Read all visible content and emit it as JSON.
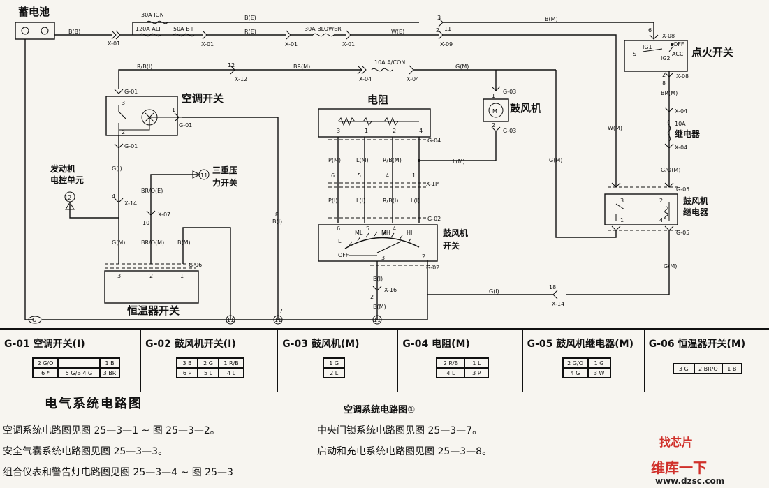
{
  "components": {
    "battery": "蓄电池",
    "ac_switch": "空调开关",
    "resistor": "电阻",
    "blower_motor": "鼓风机",
    "ignition_switch": "点火开关",
    "relay": "继电器",
    "ecu_line1": "发动机",
    "ecu_line2": "电控单元",
    "triple_pressure_line1": "三重压",
    "triple_pressure_line2": "力开关",
    "thermostat_switch": "恒温器开关",
    "blower_switch_line1": "鼓风机",
    "blower_switch_line2": "开关",
    "blower_relay_line1": "鼓风机",
    "blower_relay_line2": "继电器"
  },
  "fuses": {
    "ign": "30A IGN",
    "alt": "120A ALT",
    "bplus": "50A B+",
    "blower": "30A BLOWER",
    "acon": "10A A/CON",
    "relay_fuse": "10A"
  },
  "wires": {
    "bb": "B(B)",
    "be1": "B(E)",
    "re": "R(E)",
    "we": "W(E)",
    "bm_top": "B(M)",
    "rbi": "R/B(I)",
    "brm": "BR(M)",
    "gm": "G(M)",
    "gi": "G(I)",
    "lm": "L(M)",
    "pm": "P(M)",
    "lm2": "L(M)",
    "rbm": "R/B(M)",
    "pi": "P(I)",
    "li": "L(I)",
    "rbi2": "R/B(I)",
    "li2": "L(I)",
    "broe": "BR/O(E)",
    "brom": "BR/O(M)",
    "bm": "B(M)",
    "bi": "B(I)",
    "wm": "W(M)",
    "gom": "G/O(M)",
    "gm_relay": "G(M)",
    "gi_bottom": "G(I)",
    "brm2": "BR(M)",
    "bm_bottom": "B(M)",
    "gm_ther": "G(M)"
  },
  "connectors": {
    "x01": "X-01",
    "x09": "X-09",
    "x08": "X-08",
    "x12": "X-12",
    "x04": "X-04",
    "g01": "G-01",
    "g02": "G-02",
    "g03": "G-03",
    "g04": "G-04",
    "g05": "G-05",
    "g06": "G-06",
    "x14": "X-14",
    "x07": "X-07",
    "x16": "X-16",
    "x1p": "X-1P"
  },
  "pins": {
    "n12": "12",
    "n3": "3",
    "n2": "2",
    "n11": "11",
    "n6": "6",
    "n1": "1",
    "n4": "4",
    "n5": "5",
    "n10": "10",
    "n7": "7",
    "n18": "18",
    "n8": "8"
  },
  "switch_positions": {
    "ml": "ML",
    "m": "M",
    "mh": "MH",
    "h": "HI",
    "l": "L",
    "off": "OFF",
    "st": "ST",
    "ig1": "IG1",
    "ig2": "IG2",
    "acc": "ACC",
    "off2": "OFF"
  },
  "ground_markers": {
    "g": "G",
    "g11a": "11",
    "g11b": "11",
    "g11c": "11",
    "m12": "12",
    "m11": "11"
  },
  "connector_views": [
    {
      "id": "g01",
      "title": "G-01 空调开关(I)",
      "rows": [
        [
          "2 G/O",
          "",
          "1 B"
        ],
        [
          "6 *",
          "5 G/B  4 G",
          "3 BR"
        ]
      ]
    },
    {
      "id": "g02",
      "title": "G-02 鼓风机开关(I)",
      "rows": [
        [
          "3 B",
          "2 G",
          "1 R/B"
        ],
        [
          "6 P",
          "5 L",
          "4 L"
        ]
      ]
    },
    {
      "id": "g03",
      "title": "G-03 鼓风机(M)",
      "rows": [
        [
          "1 G"
        ],
        [
          "2 L"
        ]
      ]
    },
    {
      "id": "g04",
      "title": "G-04 电阻(M)",
      "rows": [
        [
          "2 R/B",
          "1 L"
        ],
        [
          "4 L",
          "3 P"
        ]
      ]
    },
    {
      "id": "g05",
      "title": "G-05 鼓风机继电器(M)",
      "rows": [
        [
          "2 G/O",
          "1 G"
        ],
        [
          "4 G",
          "3 W"
        ]
      ]
    },
    {
      "id": "g06",
      "title": "G-06 恒温器开关(M)",
      "rows": [
        [
          "3 G",
          "2 BR/O",
          "1 B"
        ]
      ]
    }
  ],
  "footer": {
    "main_title": "电气系统电路图",
    "caption": "空调系统电路图①",
    "left_notes": [
      "空调系统电路图见图 25—3—1 ~ 图 25—3—2。",
      "安全气囊系统电路图见图 25—3—3。",
      "组合仪表和警告灯电路图见图 25—3—4 ~ 图 25—3"
    ],
    "right_notes": [
      "中央门锁系统电路图见图 25—3—7。",
      "启动和充电系统电路图见图 25—3—8。"
    ],
    "watermark_site": "www.dzsc.com",
    "watermark_brand": "维库一下",
    "watermark_logo": "找芯片"
  },
  "colors": {
    "ink": "#111111",
    "paper": "#f7f5f0",
    "watermark": "#d0302a"
  }
}
